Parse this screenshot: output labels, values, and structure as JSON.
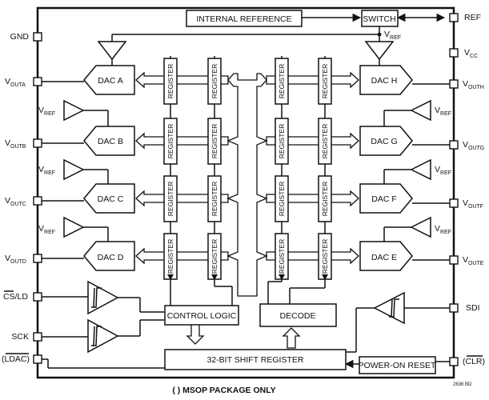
{
  "blocks": {
    "internal_reference": "INTERNAL REFERENCE",
    "switch": "SWITCH",
    "control_logic": "CONTROL LOGIC",
    "decode": "DECODE",
    "shift_register": "32-BIT SHIFT REGISTER",
    "power_on_reset": "POWER-ON RESET",
    "register": "REGISTER"
  },
  "dacs": {
    "a": "DAC A",
    "b": "DAC B",
    "c": "DAC C",
    "d": "DAC D",
    "e": "DAC E",
    "f": "DAC F",
    "g": "DAC G",
    "h": "DAC H"
  },
  "vref": {
    "main": "V",
    "sub": "REF"
  },
  "pins": {
    "gnd": "GND",
    "vouta": {
      "main": "V",
      "sub": "OUTA"
    },
    "voutb": {
      "main": "V",
      "sub": "OUTB"
    },
    "voutc": {
      "main": "V",
      "sub": "OUTC"
    },
    "voutd": {
      "main": "V",
      "sub": "OUTD"
    },
    "cs_ld": "CS/LD",
    "sck": "SCK",
    "ldac": "(LDAC)",
    "ref": "REF",
    "vcc": {
      "main": "V",
      "sub": "CC"
    },
    "vouth": {
      "main": "V",
      "sub": "OUTH"
    },
    "voutg": {
      "main": "V",
      "sub": "OUTG"
    },
    "voutf": {
      "main": "V",
      "sub": "OUTF"
    },
    "voute": {
      "main": "V",
      "sub": "OUTE"
    },
    "sdi": "SDI",
    "clr": "(CLR)"
  },
  "footer": {
    "note": "( ) MSOP PACKAGE ONLY",
    "code": "2636 BD"
  }
}
